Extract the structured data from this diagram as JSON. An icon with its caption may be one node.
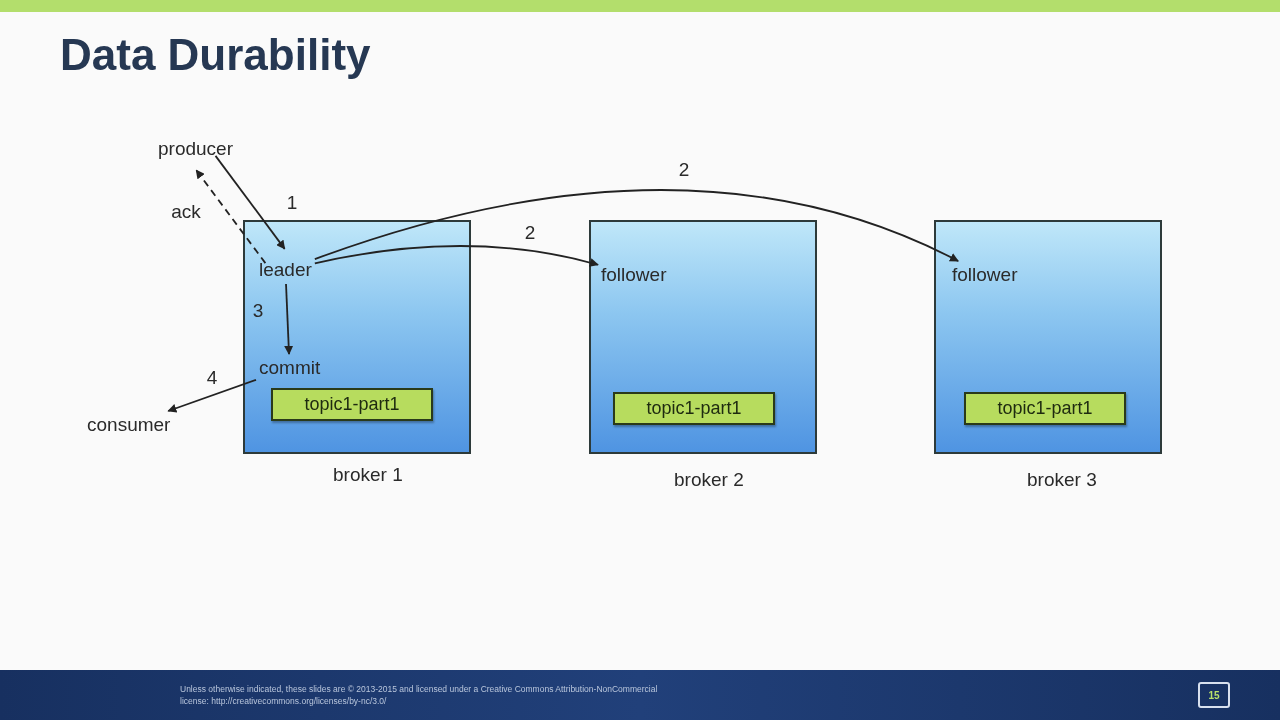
{
  "diagram": {
    "title": "Data Durability",
    "nodes": [
      {
        "text": [
          "producer"
        ]
      },
      {
        "text": [
          "consumer"
        ]
      },
      {
        "text": [],
        "shape": "box",
        "beside": [
          "broker 1"
        ]
      },
      {
        "text": [
          "leader"
        ],
        "in": 2
      },
      {
        "text": [
          "commit"
        ],
        "in": 2
      },
      {
        "text": [
          "topic1-part1"
        ],
        "in": 2
      },
      {
        "text": [],
        "shape": "box",
        "beside": [
          "broker 2"
        ]
      },
      {
        "text": [
          "follower"
        ],
        "in": 6
      },
      {
        "text": [
          "topic1-part1"
        ],
        "in": 6
      },
      {
        "text": [],
        "shape": "box",
        "beside": [
          "broker 3"
        ]
      },
      {
        "text": [
          "follower"
        ],
        "in": 9
      },
      {
        "text": [
          "topic1-part1"
        ],
        "in": 9
      }
    ],
    "edges": [
      {
        "from": 0,
        "to": 3,
        "arrow": "to",
        "label": "1"
      },
      {
        "from": 3,
        "to": 0,
        "arrow": "to",
        "label": "ack",
        "style": "dashed"
      },
      {
        "from": 3,
        "to": 7,
        "arrow": "to",
        "label": "2"
      },
      {
        "from": 3,
        "to": 10,
        "arrow": "to",
        "label": "2"
      },
      {
        "from": 3,
        "to": 4,
        "arrow": "to",
        "label": "3"
      },
      {
        "from": 4,
        "to": 1,
        "arrow": "to",
        "label": "4"
      }
    ],
    "labels": [
      "Unless otherwise indicated, these slides are © 2013-2015 and licensed under a Creative Commons Attribution-NonCommercial license: http://creativecommons.org/licenses/by-nc/3.0/",
      "15"
    ]
  }
}
